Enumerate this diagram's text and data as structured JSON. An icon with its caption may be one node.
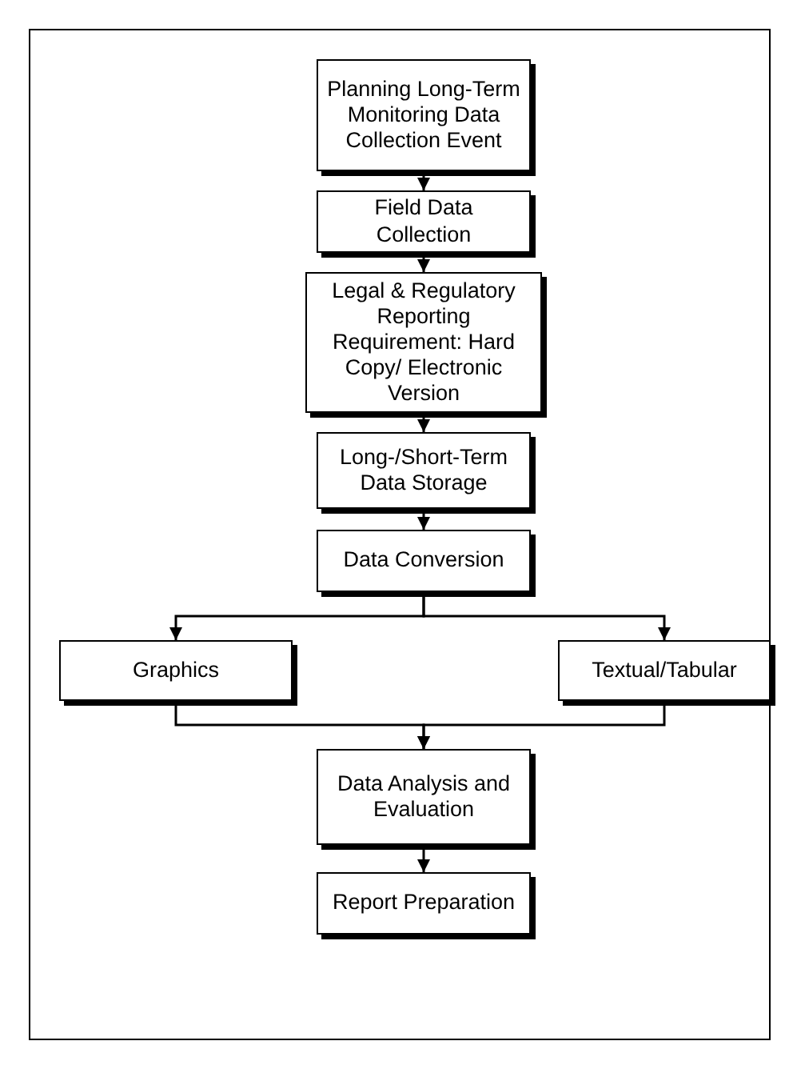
{
  "diagram": {
    "nodes": [
      {
        "text": [
          "Planning Long-Term Monitoring Data Collection Event"
        ]
      },
      {
        "text": [
          "Field Data Collection"
        ]
      },
      {
        "text": [
          "Legal & Regulatory Reporting Requirement: Hard Copy/ Electronic Version"
        ]
      },
      {
        "text": [
          "Long-/Short-Term Data Storage"
        ]
      },
      {
        "text": [
          "Data Conversion"
        ]
      },
      {
        "text": [
          "Graphics"
        ]
      },
      {
        "text": [
          "Textual/Tabular"
        ]
      },
      {
        "text": [
          "Data Analysis and Evaluation"
        ]
      },
      {
        "text": [
          "Report Preparation"
        ]
      }
    ],
    "edges": [
      {
        "from": 0,
        "to": 1,
        "arrow": "to"
      },
      {
        "from": 1,
        "to": 2,
        "arrow": "to"
      },
      {
        "from": 2,
        "to": 3,
        "arrow": "to"
      },
      {
        "from": 3,
        "to": 4,
        "arrow": "to"
      },
      {
        "from": 4,
        "to": 5,
        "arrow": "to"
      },
      {
        "from": 4,
        "to": 6,
        "arrow": "to"
      },
      {
        "from": 5,
        "to": 7,
        "arrow": "to"
      },
      {
        "from": 6,
        "to": 7,
        "arrow": "to"
      },
      {
        "from": 7,
        "to": 8,
        "arrow": "to"
      }
    ]
  }
}
